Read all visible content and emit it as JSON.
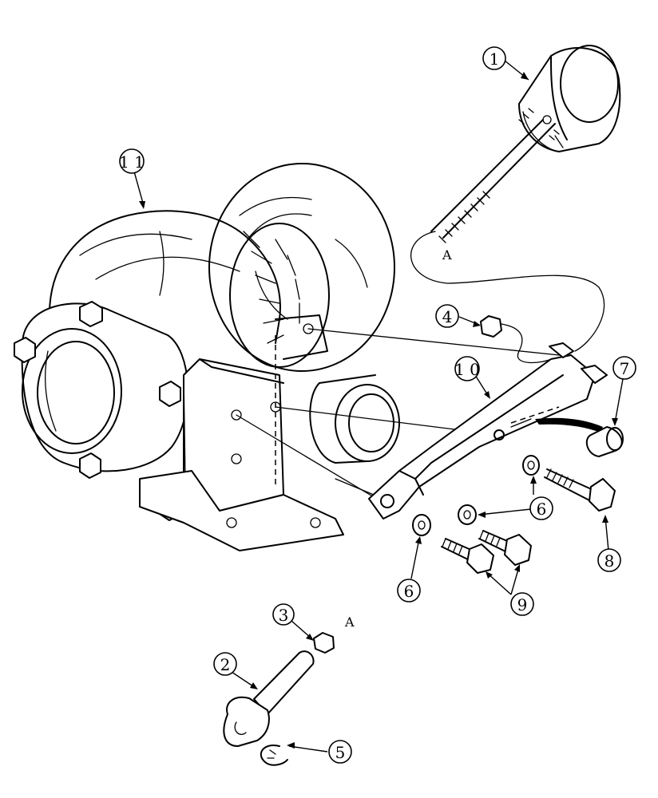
{
  "callouts": [
    {
      "id": "c1",
      "label": "1"
    },
    {
      "id": "c11",
      "label": "1 1"
    },
    {
      "id": "c4",
      "label": "4"
    },
    {
      "id": "c10",
      "label": "1 0"
    },
    {
      "id": "c7",
      "label": "7"
    },
    {
      "id": "c6a",
      "label": "6"
    },
    {
      "id": "c6b",
      "label": "6"
    },
    {
      "id": "c8",
      "label": "8"
    },
    {
      "id": "c9",
      "label": "9"
    },
    {
      "id": "c3",
      "label": "3"
    },
    {
      "id": "c2",
      "label": "2"
    },
    {
      "id": "c5",
      "label": "5"
    }
  ],
  "reference_letters": {
    "upper": "A",
    "lower": "A"
  }
}
